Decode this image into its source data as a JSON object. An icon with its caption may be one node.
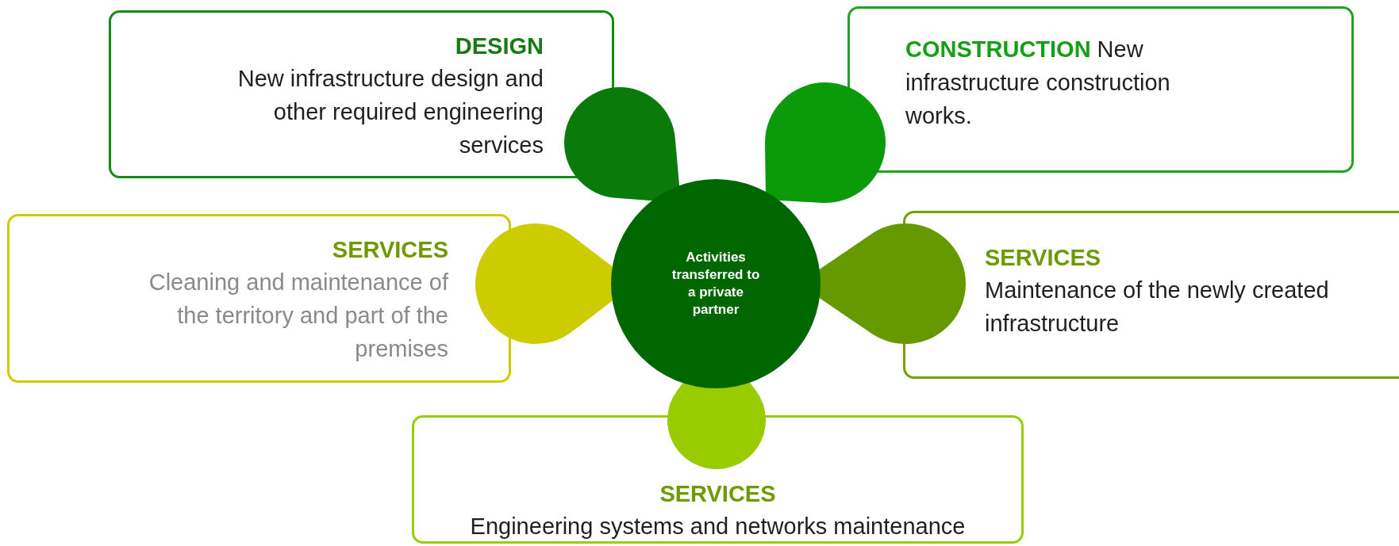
{
  "diagram": {
    "nodes": [
      {
        "text": [
          "Activities transferred to a private partner"
        ]
      },
      {
        "text": [
          "DESIGN",
          "New infrastructure design and other required engineering services"
        ]
      },
      {
        "text": [
          "CONSTRUCTION",
          "New infrastructure construction works."
        ]
      },
      {
        "text": [
          "SERVICES",
          "Cleaning and maintenance of the territory and part of the premises"
        ]
      },
      {
        "text": [
          "SERVICES",
          "Maintenance of the newly created infrastructure"
        ]
      },
      {
        "text": [
          "SERVICES",
          "Engineering systems and networks maintenance"
        ]
      }
    ]
  }
}
